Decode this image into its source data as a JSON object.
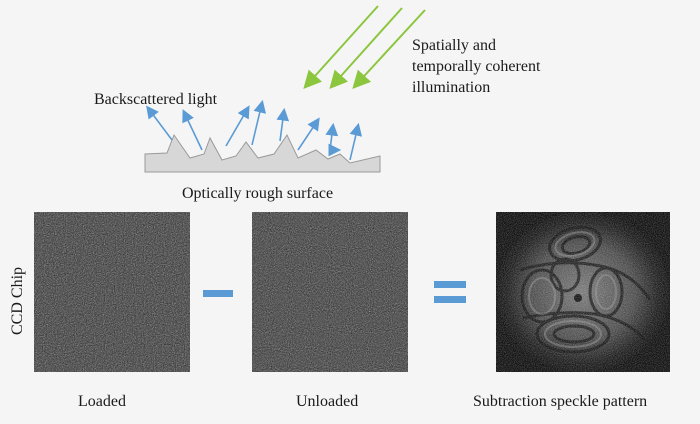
{
  "labels": {
    "backscattered": "Backscattered light",
    "illumination_line1": "Spatially and",
    "illumination_line2": "temporally coherent",
    "illumination_line3": "illumination",
    "surface": "Optically rough surface",
    "ccd": "CCD Chip",
    "loaded": "Loaded",
    "unloaded": "Unloaded",
    "subtraction": "Subtraction speckle pattern"
  },
  "operators": {
    "minus": "minus-sign",
    "equals": "equals-sign"
  },
  "colors": {
    "background": "#f5f5f5",
    "incident_light": "#8cc63f",
    "backscattered_light": "#5b9bd5",
    "surface_fill": "#d7d7d7",
    "surface_stroke": "#9a9a9a",
    "operator": "#5b9bd5",
    "speckle_base": "#3a3a3a",
    "pattern_background": "#111111"
  },
  "icons": [
    "green-incident-arrow",
    "blue-backscatter-arrow",
    "rough-surface-profile",
    "speckle-image"
  ]
}
